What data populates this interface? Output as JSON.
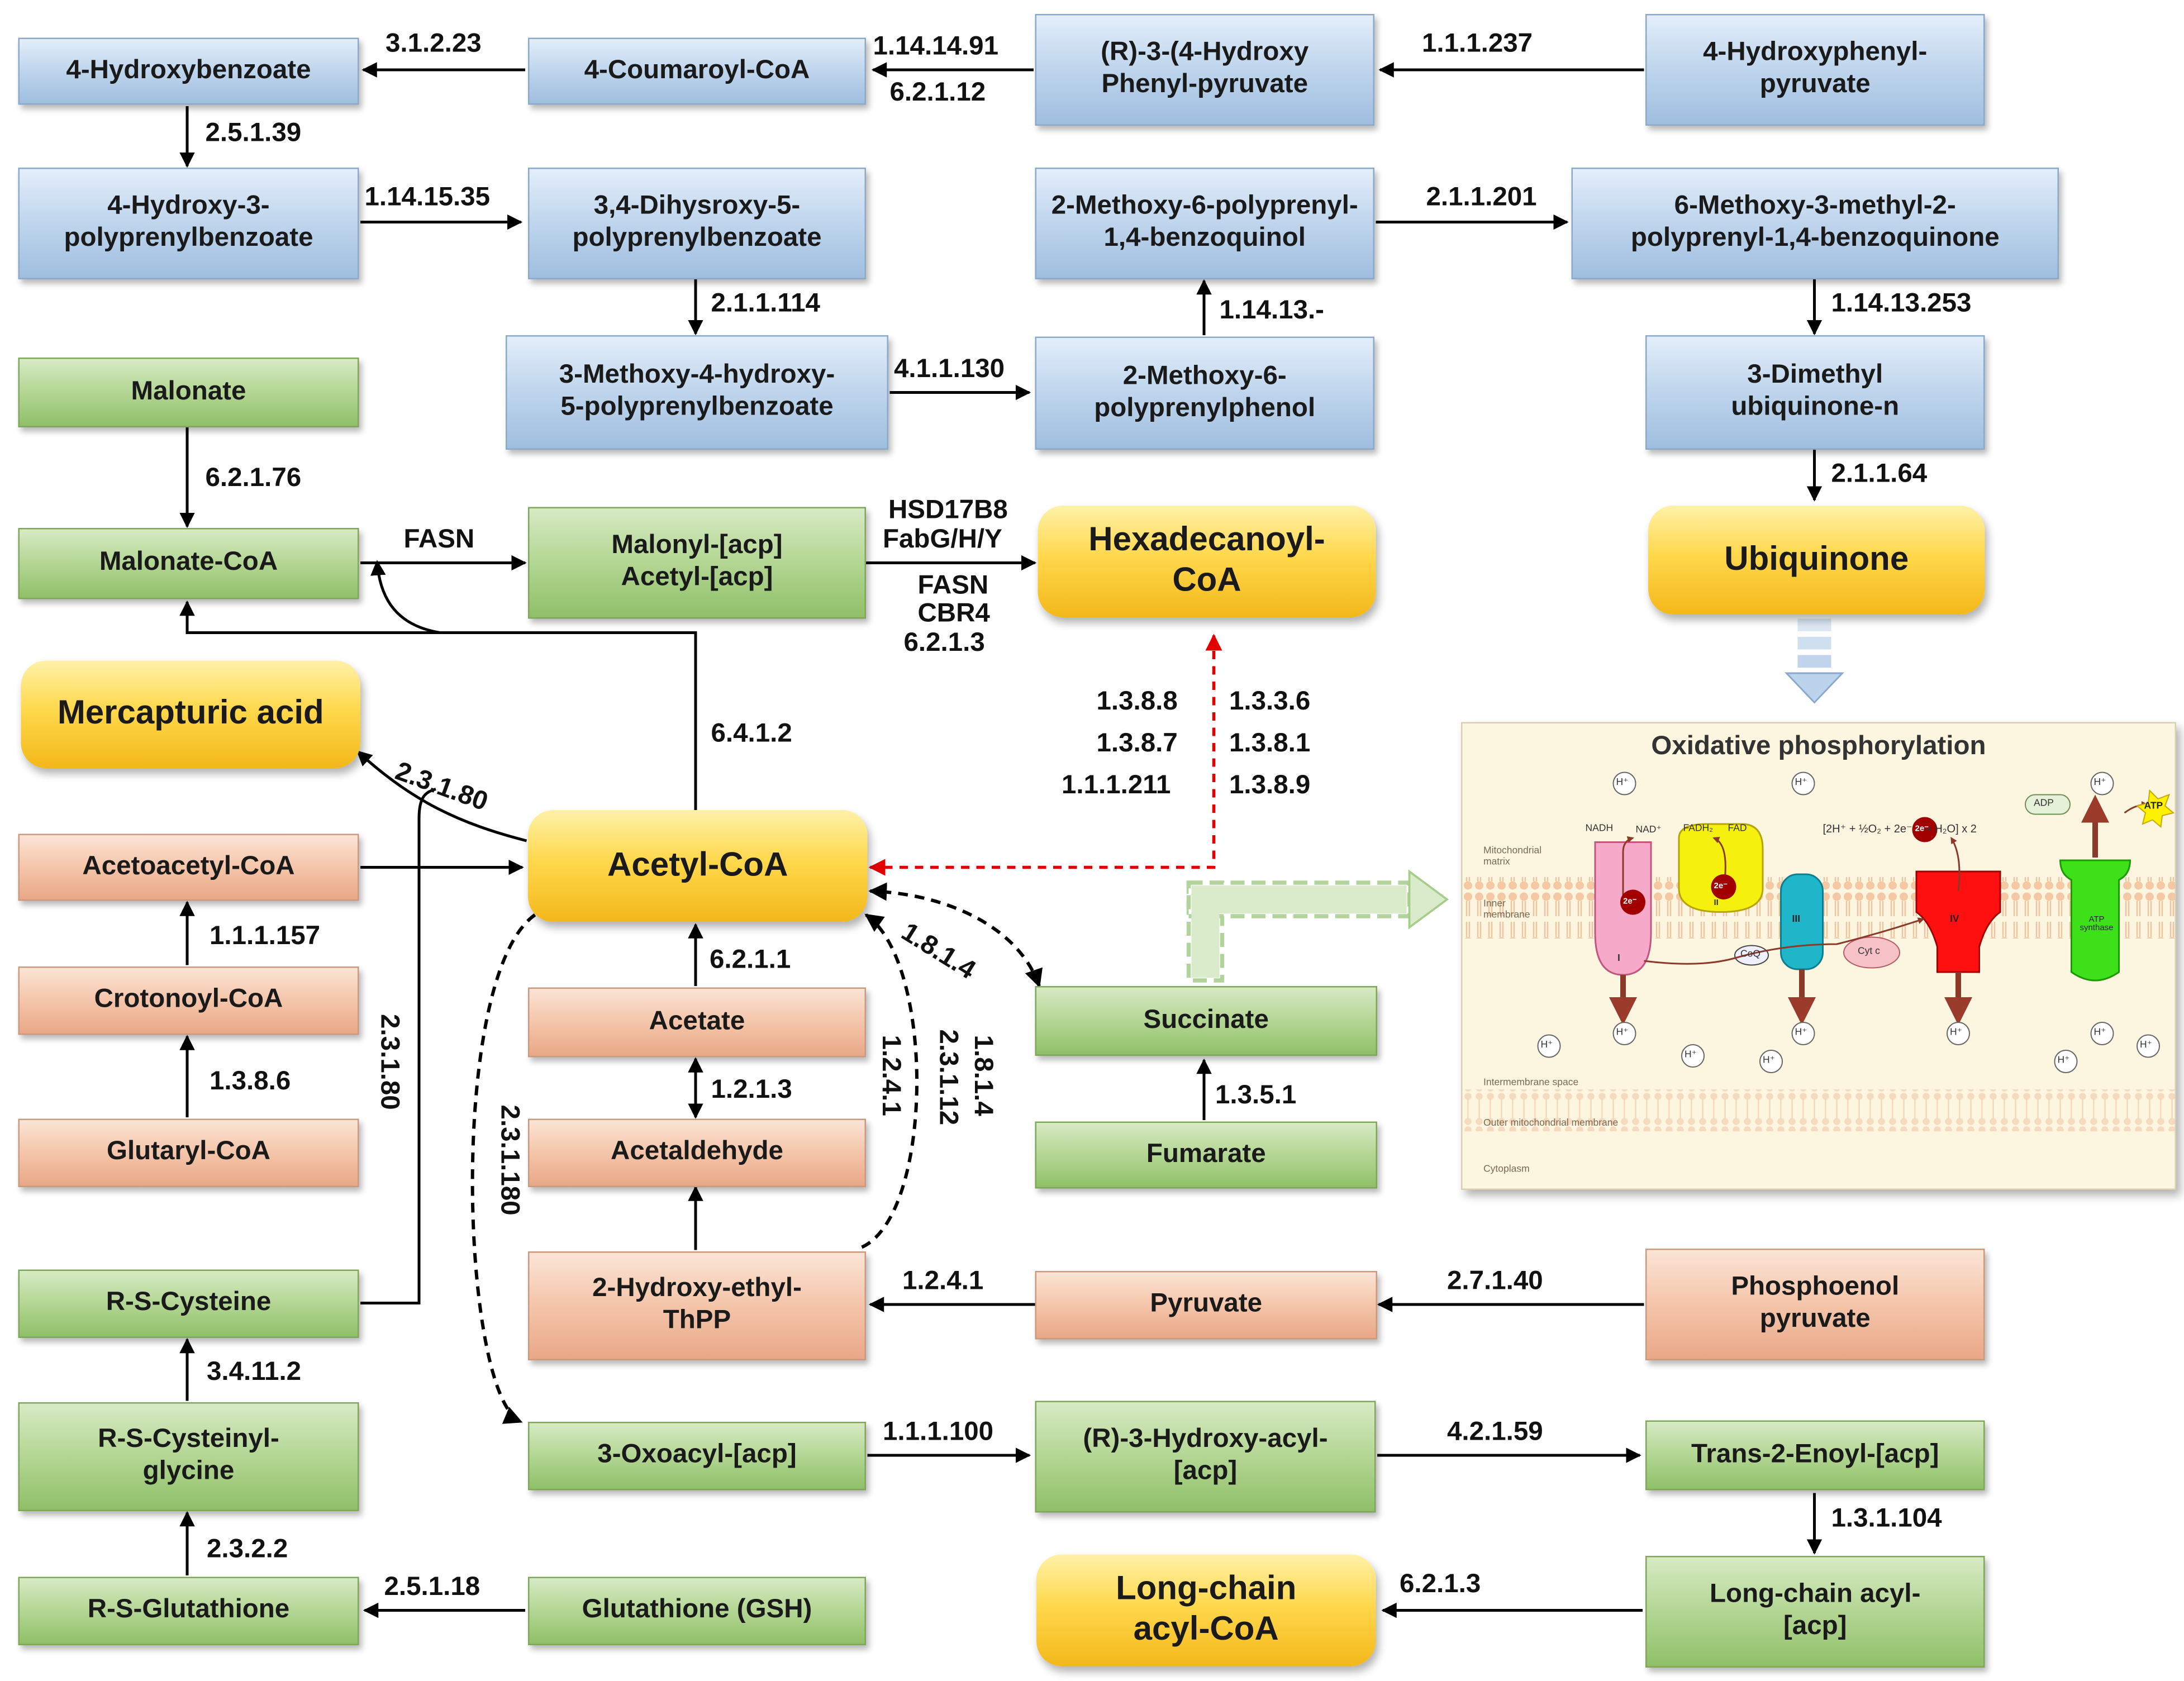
{
  "colors": {
    "blue": "#bcd3ec",
    "green": "#a9d18e",
    "peach": "#f4c4a8",
    "gold": "#ffd34e",
    "dashed_red": "#e00000"
  },
  "nodes": {
    "hydroxybenzoate": "4-Hydroxybenzoate",
    "coumaroyl_coa": "4-Coumaroyl-CoA",
    "hydroxyphenylpyruvate_r": [
      "(R)-3-(4-Hydroxy",
      "Phenyl-pyruvate"
    ],
    "hydroxyphenylpyruvate": [
      "4-Hydroxyphenyl-",
      "pyruvate"
    ],
    "hydroxy_polyprenylbenzoate": [
      "4-Hydroxy-3-",
      "polyprenylbenzoate"
    ],
    "dihydroxy_polyprenylbenzoate": [
      "3,4-Dihysroxy-5-",
      "polyprenylbenzoate"
    ],
    "methoxy_benzoquinol": [
      "2-Methoxy-6-polyprenyl-",
      "1,4-benzoquinol"
    ],
    "methoxy_methyl_benzoquinone": [
      "6-Methoxy-3-methyl-2-",
      "polyprenyl-1,4-benzoquinone"
    ],
    "methoxy_hydroxy_benzoate": [
      "3-Methoxy-4-hydroxy-",
      "5-polyprenylbenzoate"
    ],
    "methoxy_polyprenylphenol": [
      "2-Methoxy-6-",
      "polyprenylphenol"
    ],
    "dimethyl_ubiquinone": [
      "3-Dimethyl",
      "ubiquinone-n"
    ],
    "malonate": "Malonate",
    "malonate_coa": "Malonate-CoA",
    "malonyl_acp": [
      "Malonyl-[acp]",
      "Acetyl-[acp]"
    ],
    "hexadecanoyl_coa": [
      "Hexadecanoyl-",
      "CoA"
    ],
    "ubiquinone": "Ubiquinone",
    "mercapturic_acid": "Mercapturic acid",
    "acetyl_coa": "Acetyl-CoA",
    "acetoacetyl_coa": "Acetoacetyl-CoA",
    "crotonoyl_coa": "Crotonoyl-CoA",
    "glutaryl_coa": "Glutaryl-CoA",
    "acetate": "Acetate",
    "acetaldehyde": "Acetaldehyde",
    "succinate": "Succinate",
    "fumarate": "Fumarate",
    "r_s_cysteine": "R-S-Cysteine",
    "hydroxyethyl_thpp": [
      "2-Hydroxy-ethyl-",
      "ThPP"
    ],
    "pyruvate": "Pyruvate",
    "phosphoenolpyruvate": [
      "Phosphoenol",
      "pyruvate"
    ],
    "r_s_cysteinylglycine": [
      "R-S-Cysteinyl-",
      "glycine"
    ],
    "oxoacyl_acp": "3-Oxoacyl-[acp]",
    "hydroxyacyl_acp": [
      "(R)-3-Hydroxy-acyl-",
      "[acp]"
    ],
    "trans_enoyl_acp": "Trans-2-Enoyl-[acp]",
    "r_s_glutathione": "R-S-Glutathione",
    "glutathione": "Glutathione (GSH)",
    "longchain_acyl_coa": [
      "Long-chain",
      "acyl-CoA"
    ],
    "longchain_acyl_acp": [
      "Long-chain acyl-",
      "[acp]"
    ]
  },
  "enzymes": {
    "e_3_1_2_23": "3.1.2.23",
    "e_1_14_14_91": "1.14.14.91",
    "e_6_2_1_12": "6.2.1.12",
    "e_1_1_1_237": "1.1.1.237",
    "e_2_5_1_39": "2.5.1.39",
    "e_1_14_15_35": "1.14.15.35",
    "e_2_1_1_201": "2.1.1.201",
    "e_2_1_1_114": "2.1.1.114",
    "e_1_14_13_dash": "1.14.13.-",
    "e_1_14_13_253": "1.14.13.253",
    "e_4_1_1_130": "4.1.1.130",
    "e_6_2_1_76": "6.2.1.76",
    "e_2_1_1_64": "2.1.1.64",
    "e_fasn": "FASN",
    "e_hsd17b8": "HSD17B8",
    "e_fabg": "FabG/H/Y",
    "e_fasn2": "FASN",
    "e_cbr4": "CBR4",
    "e_6_2_1_3a": "6.2.1.3",
    "e_1_3_8_8": "1.3.8.8",
    "e_1_3_8_7": "1.3.8.7",
    "e_1_1_1_211": "1.1.1.211",
    "e_1_3_3_6": "1.3.3.6",
    "e_1_3_8_1": "1.3.8.1",
    "e_1_3_8_9": "1.3.8.9",
    "e_6_4_1_2": "6.4.1.2",
    "e_2_3_1_80a": "2.3.1.80",
    "e_2_3_1_80b": "2.3.1.80",
    "e_1_1_1_157": "1.1.1.157",
    "e_1_3_8_6": "1.3.8.6",
    "e_6_2_1_1": "6.2.1.1",
    "e_1_2_1_3": "1.2.1.3",
    "e_1_8_1_4a": "1.8.1.4",
    "e_1_8_1_4b": "1.8.1.4",
    "e_2_3_1_12": "2.3.1.12",
    "e_1_2_4_1a": "1.2.4.1",
    "e_2_3_1_180": "2.3.1.180",
    "e_1_3_5_1": "1.3.5.1",
    "e_3_4_11_2": "3.4.11.2",
    "e_1_2_4_1b": "1.2.4.1",
    "e_2_7_1_40": "2.7.1.40",
    "e_2_3_2_2": "2.3.2.2",
    "e_1_1_1_100": "1.1.1.100",
    "e_4_2_1_59": "4.2.1.59",
    "e_1_3_1_104": "1.3.1.104",
    "e_2_5_1_18": "2.5.1.18",
    "e_6_2_1_3b": "6.2.1.3"
  },
  "oxphos": {
    "title": "Oxidative phosphorylation",
    "proton": "H⁺",
    "nadh": "NADH",
    "nad": "NAD⁺",
    "fadh2": "FADH₂",
    "fad": "FAD",
    "electrons": "2e⁻",
    "equation": "[2H⁺ + ½O₂ + 2e⁻ ⟶ H₂O] x 2",
    "adp": "ADP",
    "atp": "ATP",
    "coq": "CoQ",
    "cytc": "Cyt c",
    "complex_1": "I",
    "complex_2": "II",
    "complex_3": "III",
    "complex_4": "IV",
    "atp_synthase": "ATP synthase",
    "matrix_label": "Mitochondrial matrix",
    "inner_membrane_label": "Inner membrane",
    "intermembrane_label": "Intermembrane space",
    "outer_membrane_label": "Outer mitochondrial membrane",
    "cytoplasm_label": "Cytoplasm"
  }
}
